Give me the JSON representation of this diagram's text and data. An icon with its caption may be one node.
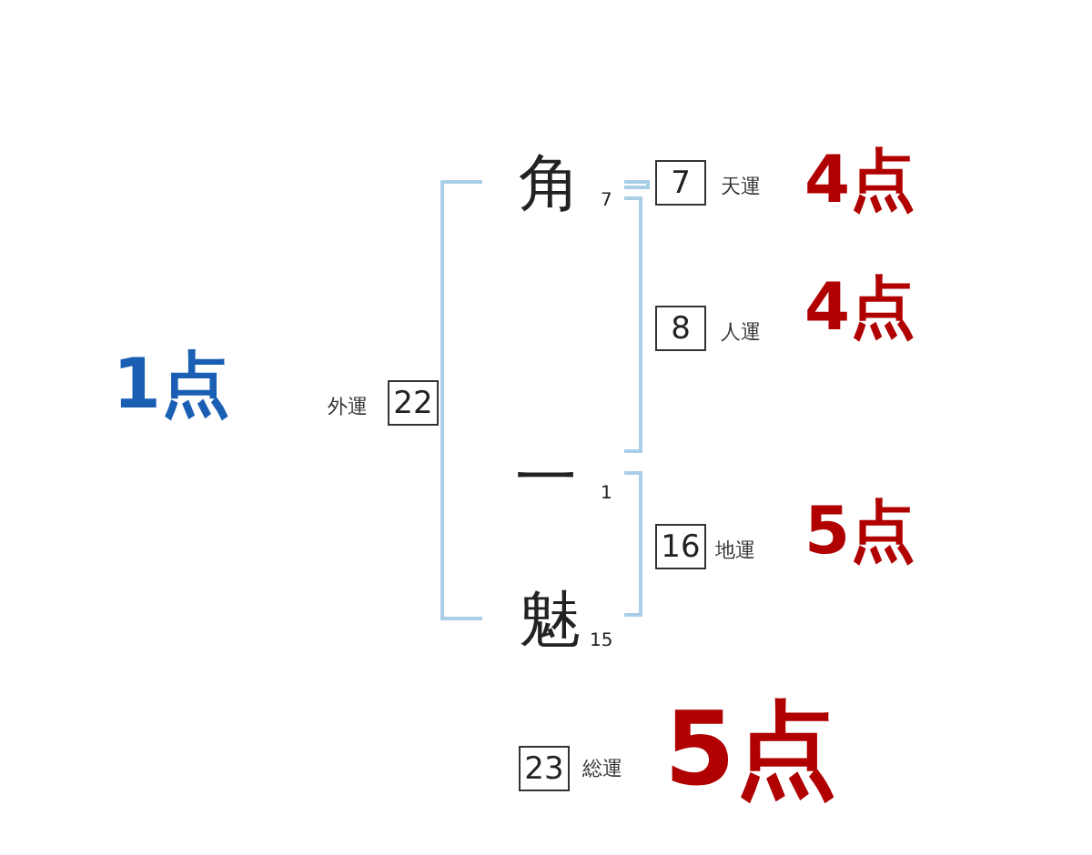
{
  "diagram": {
    "nodes": [
      {
        "text": [
          "7"
        ],
        "beside": [
          "天運",
          "4点"
        ]
      },
      {
        "text": [
          "8"
        ],
        "beside": [
          "人運",
          "4点"
        ]
      },
      {
        "text": [
          "22"
        ],
        "beside": [
          "外運",
          "1点"
        ]
      },
      {
        "text": [
          "16"
        ],
        "beside": [
          "地運",
          "5点"
        ]
      },
      {
        "text": [
          "23"
        ],
        "beside": [
          "総運",
          "5点"
        ]
      }
    ],
    "edges": [],
    "labels": [
      "角",
      "7",
      "一",
      "1",
      "魅",
      "15"
    ]
  }
}
